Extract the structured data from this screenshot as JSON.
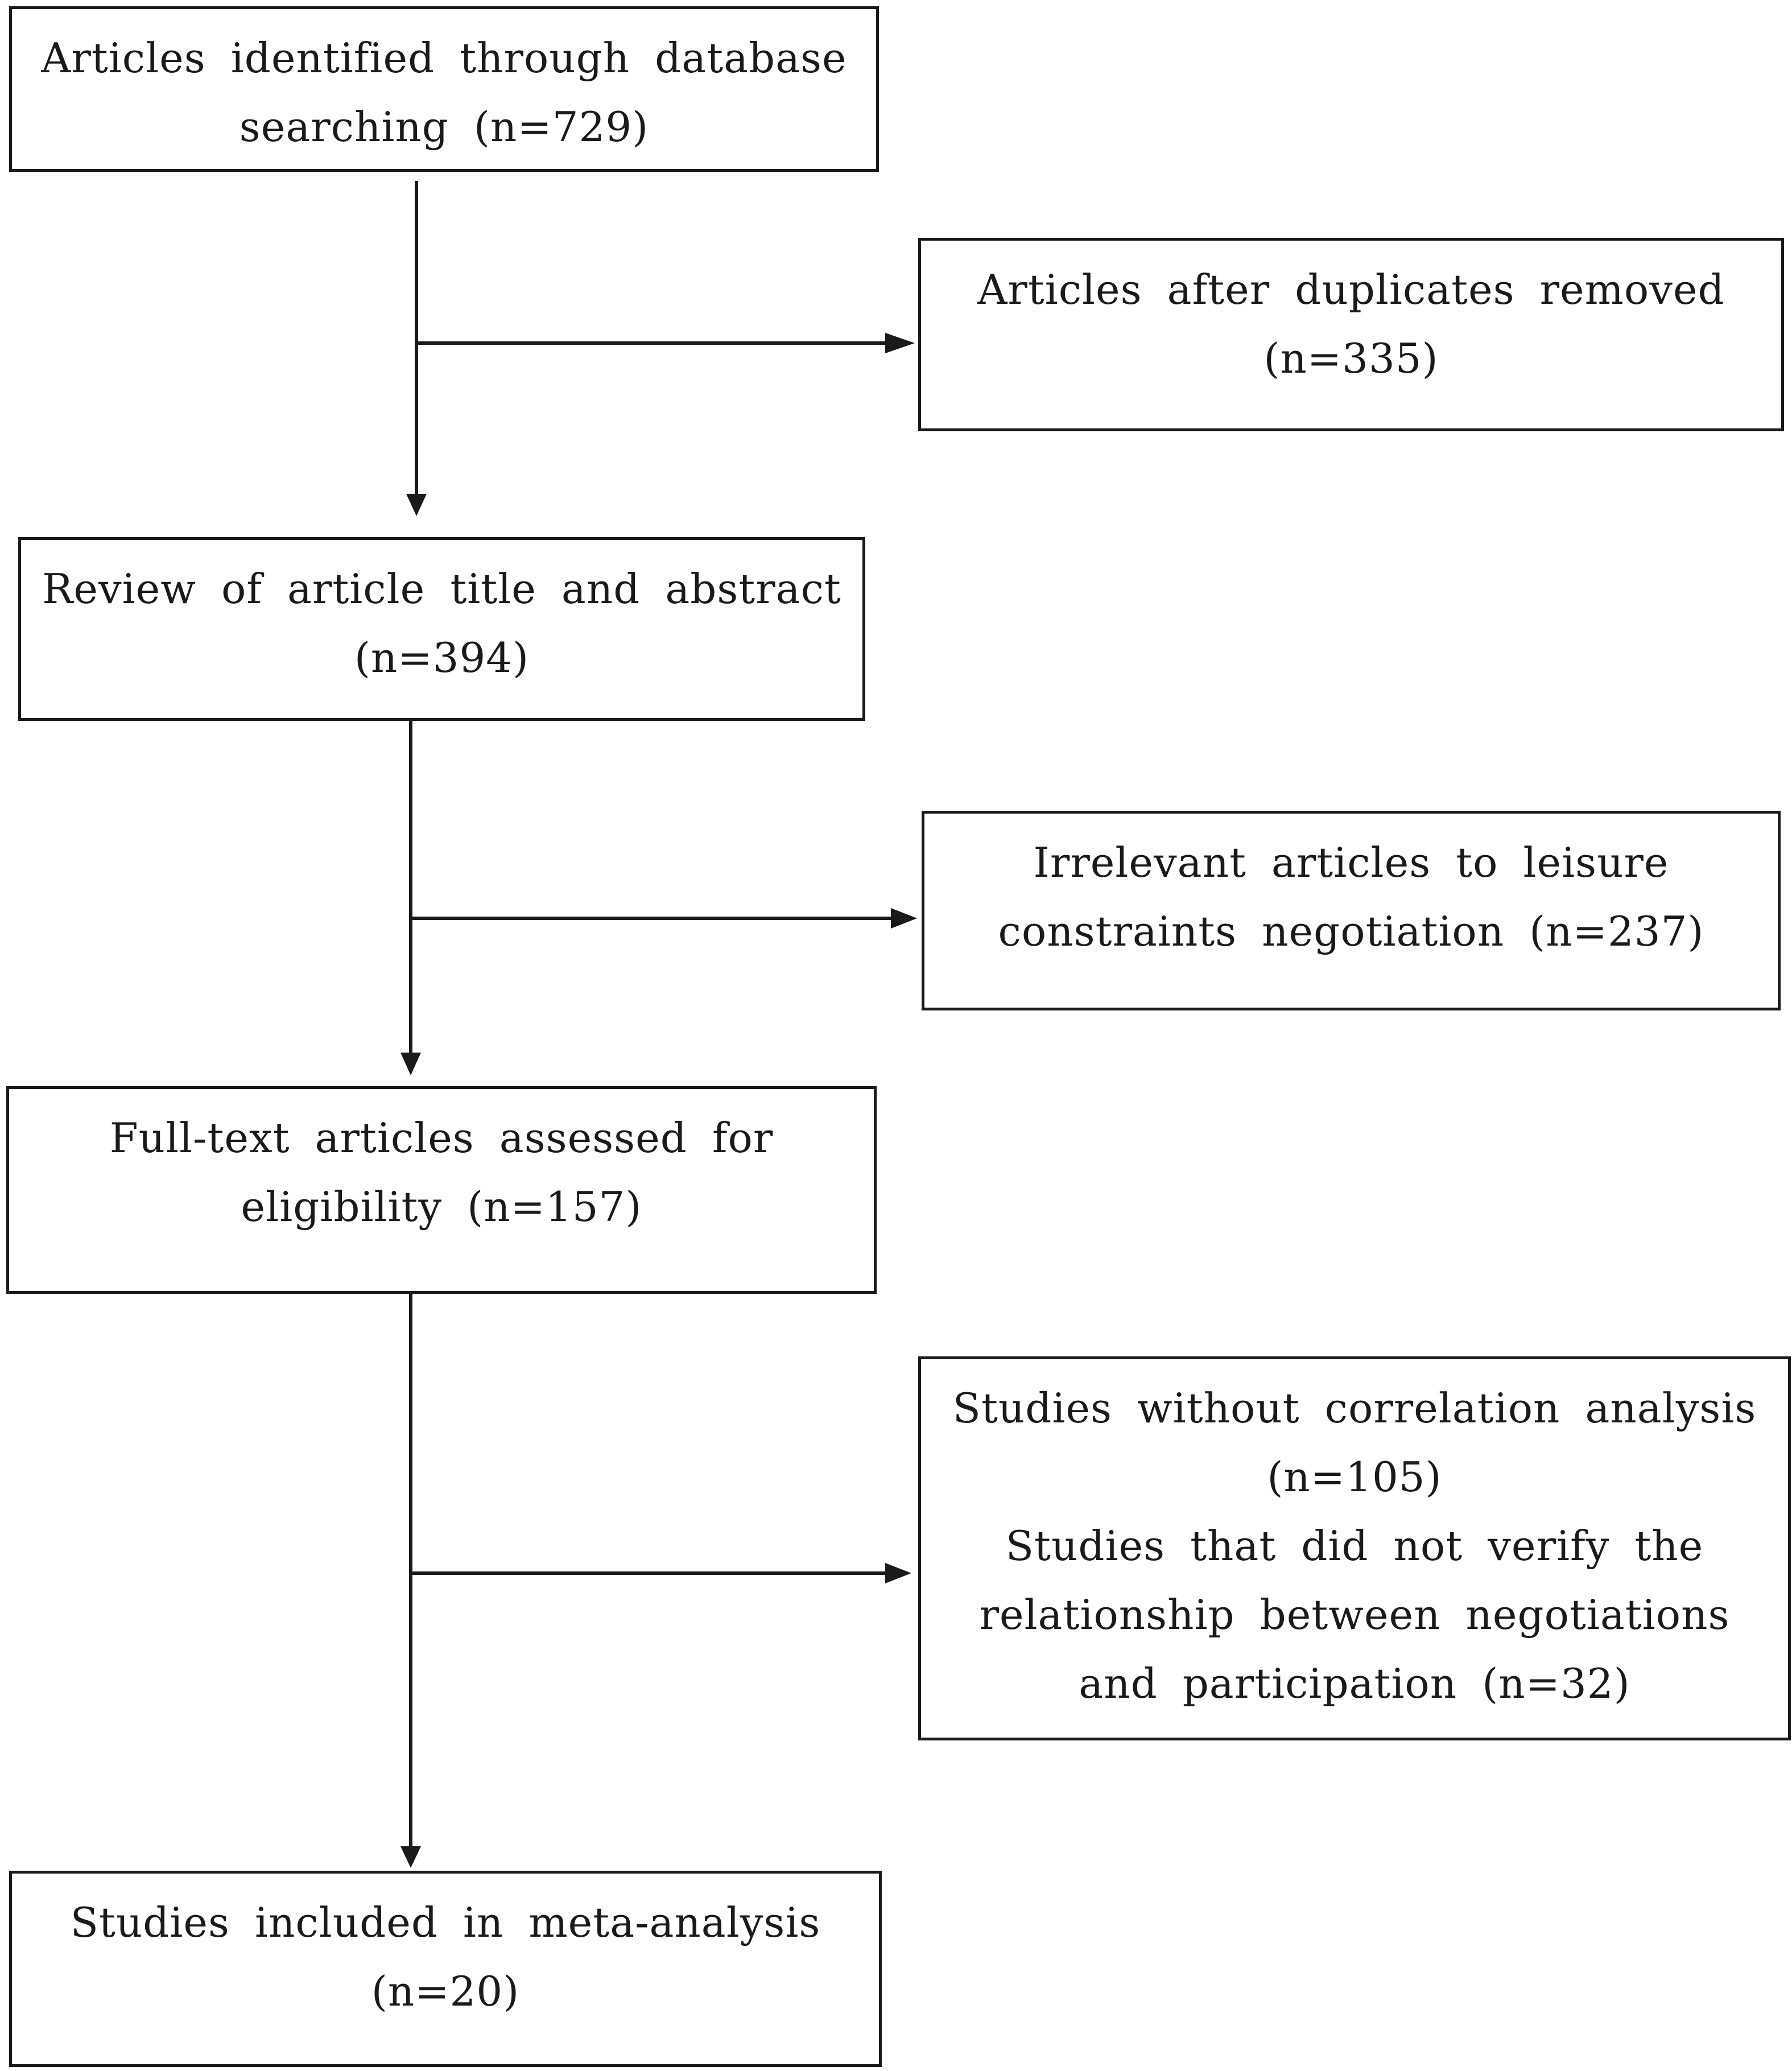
{
  "flowchart": {
    "identified": {
      "line1": "Articles identified through database",
      "line2": "searching (n=729)"
    },
    "duplicates_removed": {
      "line1": "Articles after duplicates removed",
      "line2": "(n=335)"
    },
    "review": {
      "line1": "Review of article title and abstract",
      "line2": "(n=394)"
    },
    "irrelevant": {
      "line1": "Irrelevant articles to leisure",
      "line2": "constraints negotiation (n=237)"
    },
    "fulltext": {
      "line1": "Full-text articles assessed for",
      "line2": "eligibility (n=157)"
    },
    "excluded": {
      "line1": "Studies without correlation analysis",
      "line2": "(n=105)",
      "line3": "Studies that did not verify the",
      "line4": "relationship between negotiations",
      "line5": "and participation (n=32)"
    },
    "included": {
      "line1": "Studies included in meta-analysis",
      "line2": "(n=20)"
    }
  }
}
